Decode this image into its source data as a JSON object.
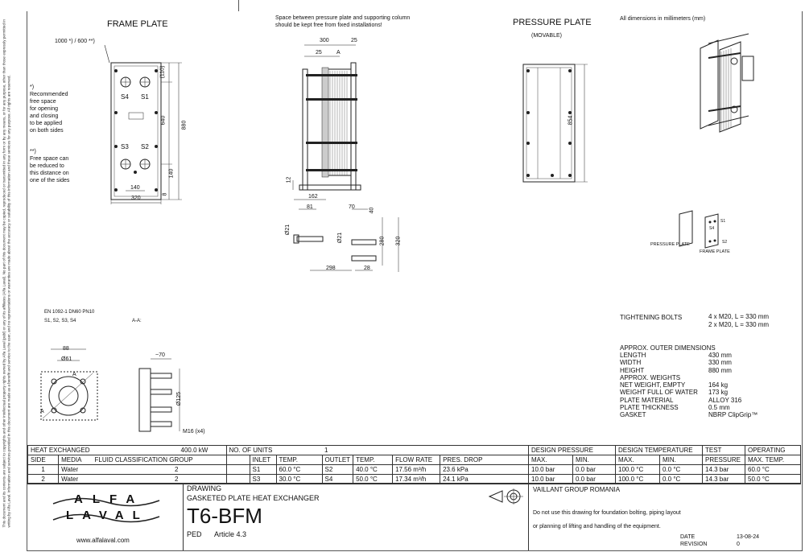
{
  "copyright_notice": "This document and its contents are subject to copyrights and other intellectual property rights owned by Alfa Laval (publ) or any of its affiliates (Alfa Laval). No part of this document may be copied, reproduced or transmitted in any form or by any means, or for any purpose, other than those expressly permitted in writing by Alfa Laval. Information and services provided in this document are made as a benefit and service to the user, and no representations or warranties are made about the accuracy or suitability of this information and these services for any purpose. All rights are reserved.",
  "frame_plate": {
    "title": "FRAME PLATE",
    "free_space": "1000 *) / 600 **)",
    "note1": [
      "*)",
      "Recommended",
      "free space",
      "for opening",
      "and closing",
      "to be applied",
      "on both sides"
    ],
    "note2": [
      "**)",
      "Free space can",
      "be reduced to",
      "this distance on",
      "one of the sides"
    ],
    "ports": [
      "S4",
      "S1",
      "S3",
      "S2"
    ],
    "dims": {
      "d110": "(110)",
      "d640": "640",
      "d880": "880",
      "d140v": "140",
      "d8": "8",
      "d140h": "140",
      "d320": "320"
    }
  },
  "side_view": {
    "note": [
      "Space between pressure plate and supporting column",
      "should be kept free from fixed installations!"
    ],
    "dims": {
      "d300": "300",
      "d25a": "25",
      "dA": "A",
      "d25b": "25",
      "d12": "12"
    }
  },
  "pressure_plate": {
    "title": "PRESSURE PLATE",
    "subtitle": "(MOVABLE)",
    "dim854": "854"
  },
  "units_note": "All dimensions in millimeters (mm)",
  "detail": {
    "d162": "162",
    "d81": "81",
    "d70": "70",
    "d40": "40",
    "dia21a": "Ø21",
    "dia21b": "Ø21",
    "d280": "280",
    "d320": "320",
    "d298": "298",
    "d28": "28"
  },
  "mini_labels": {
    "pressure": "PRESSURE PLATE",
    "frame": "FRAME PLATE",
    "s1": "S1",
    "s4": "S4",
    "s2": "S2"
  },
  "flange": {
    "standard": "EN 1092-1 DN60 PN10",
    "ports": "S1, S2, S3, S4",
    "aa": "A-A:",
    "d88": "88",
    "dia61": "Ø61",
    "dA": "A",
    "dA2": "A",
    "d70": "~70",
    "dia125": "Ø125",
    "m16": "M16 (x4)"
  },
  "bolts": {
    "label": "TIGHTENING BOLTS",
    "values": [
      "4 x M20, L = 330 mm",
      "2 x M20, L = 330 mm"
    ]
  },
  "specs": {
    "header": "APPROX. OUTER DIMENSIONS",
    "rows": [
      {
        "label": "LENGTH",
        "value": "430 mm"
      },
      {
        "label": "WIDTH",
        "value": "330 mm"
      },
      {
        "label": "HEIGHT",
        "value": "880 mm"
      },
      {
        "label": "APPROX. WEIGHTS",
        "value": ""
      },
      {
        "label": "NET WEIGHT, EMPTY",
        "value": "164 kg"
      },
      {
        "label": "WEIGHT FULL OF WATER",
        "value": "173 kg"
      },
      {
        "label": "PLATE MATERIAL",
        "value": "ALLOY 316"
      },
      {
        "label": "PLATE THICKNESS",
        "value": "0.5 mm"
      },
      {
        "label": "GASKET",
        "value": "NBRP ClipGrip™"
      }
    ]
  },
  "table": {
    "heat_label": "HEAT EXCHANGED",
    "heat_value": "400.0 kW",
    "units_label": "NO. OF UNITS",
    "units_value": "1",
    "headers": [
      "SIDE",
      "MEDIA",
      "FLUID CLASSIFICATION GROUP",
      "INLET",
      "TEMP.",
      "OUTLET",
      "TEMP.",
      "FLOW RATE",
      "PRES. DROP"
    ],
    "rows": [
      [
        "1",
        "Water",
        "2",
        "S1",
        "60.0 °C",
        "S2",
        "40.0 °C",
        "17.56 m³/h",
        "23.6 kPa"
      ],
      [
        "2",
        "Water",
        "2",
        "S3",
        "30.0 °C",
        "S4",
        "50.0 °C",
        "17.34 m³/h",
        "24.1 kPa"
      ]
    ],
    "design_pressure": "DESIGN PRESSURE",
    "design_temperature": "DESIGN TEMPERATURE",
    "test": "TEST",
    "operating": "OPERATING",
    "sub_headers": [
      "MAX.",
      "MIN.",
      "MAX.",
      "MIN.",
      "PRESSURE",
      "MAX. TEMP."
    ],
    "design_rows": [
      [
        "10.0 bar",
        "0.0 bar",
        "100.0 °C",
        "0.0 °C",
        "14.3 bar",
        "60.0 °C"
      ],
      [
        "10.0 bar",
        "0.0 bar",
        "100.0 °C",
        "0.0 °C",
        "14.3 bar",
        "50.0 °C"
      ]
    ]
  },
  "title_block": {
    "logo_top": "ALFA",
    "logo_bottom": "LAVAL",
    "website": "www.alfalaval.com",
    "drawing": "DRAWING",
    "type": "GASKETED PLATE HEAT EXCHANGER",
    "model": "T6-BFM",
    "ped": "PED",
    "article": "Article 4.3",
    "customer": "VAILLANT GROUP ROMANIA",
    "warning1": "Do not use this drawing for foundation bolting, piping layout",
    "warning2": "or planning of lifting and handling of the equipment.",
    "date_label": "DATE",
    "date_value": "13-08-24",
    "revision_label": "REVISION",
    "revision_value": "0"
  }
}
